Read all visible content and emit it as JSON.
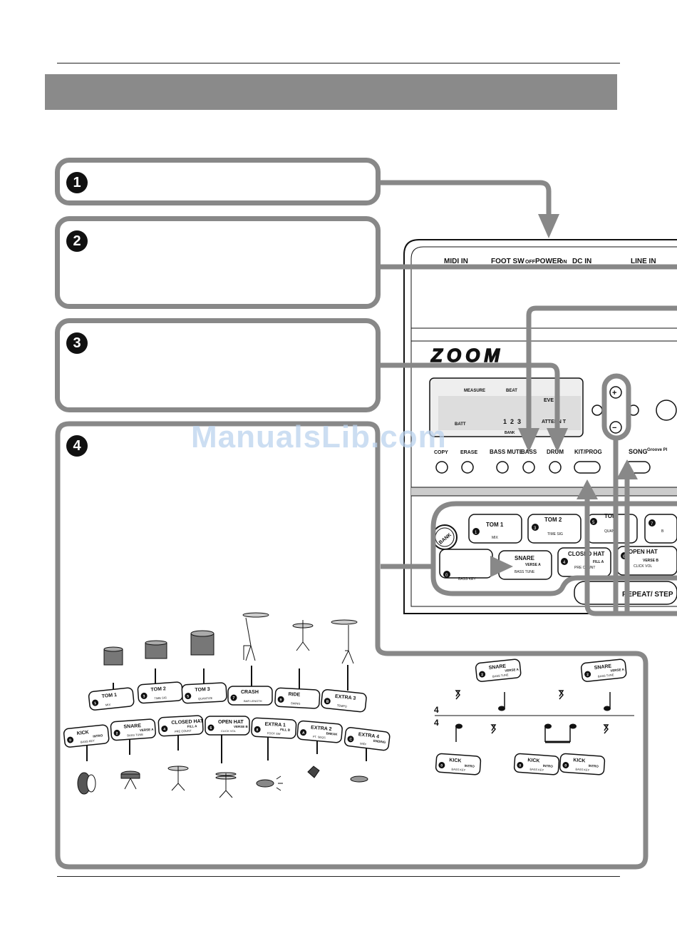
{
  "watermark": "ManualsLib.com",
  "steps": [
    {
      "num": "1"
    },
    {
      "num": "2"
    },
    {
      "num": "3"
    },
    {
      "num": "4"
    }
  ],
  "device": {
    "jacks": {
      "midi_in": "MIDI IN",
      "foot_sw": "FOOT SW",
      "power": "POWER",
      "off": "OFF",
      "on": "ON",
      "dc_in": "DC IN",
      "line_in": "LINE IN"
    },
    "logo": "ZOOM",
    "display": {
      "measure": "MEASURE",
      "beat": "BEAT",
      "bank": "BANK",
      "batt": "BATT",
      "ev": "EVE",
      "pattern": "ATTERN T",
      "bank_nums": [
        "1",
        "2",
        "3"
      ]
    },
    "buttons": {
      "copy": "COPY",
      "erase": "ERASE",
      "bass_mute": "BASS MUTE",
      "bass": "BASS",
      "drum": "DRUM",
      "kit_prog": "KIT/PROG",
      "song": "SONG",
      "groove": "Groove Pl",
      "bank": "BANK",
      "repeat": "REPEAT/ STEP"
    },
    "plus": "+",
    "minus": "−",
    "pads": [
      {
        "n": "1",
        "name": "TOM 1",
        "sub": "MIX"
      },
      {
        "n": "3",
        "name": "TOM 2",
        "sub": "TIME SIG"
      },
      {
        "n": "5",
        "name": "TOM",
        "sub": "QUAN"
      },
      {
        "n": "7",
        "name": "",
        "sub": "B"
      },
      {
        "n": "0",
        "name": "",
        "sub": "BASS KEY"
      },
      {
        "n": "2",
        "name": "SNARE",
        "sub": "BASS TUNE",
        "alt": "VERSE A"
      },
      {
        "n": "4",
        "name": "CLOSED HAT",
        "sub": "PRE COUNT",
        "alt": "FILL A"
      },
      {
        "n": "6",
        "name": "OPEN HAT",
        "sub": "CLICK VOL",
        "alt": "VERSE B"
      }
    ]
  },
  "kit_pads_top": [
    {
      "n": "1",
      "name": "TOM 1",
      "sub": "MIX"
    },
    {
      "n": "3",
      "name": "TOM 2",
      "sub": "TIME SIG"
    },
    {
      "n": "5",
      "name": "TOM 3",
      "sub": "QUANTIZE"
    },
    {
      "n": "7",
      "name": "CRASH",
      "sub": "BAR LENGTH"
    },
    {
      "n": "9",
      "name": "RIDE",
      "sub": "SWING"
    },
    {
      "n": "B",
      "name": "EXTRA 3",
      "sub": "TEMPO"
    }
  ],
  "kit_pads_bottom": [
    {
      "n": "0",
      "name": "KICK",
      "alt": "INTRO",
      "sub": "BASS KEY"
    },
    {
      "n": "2",
      "name": "SNARE",
      "alt": "VERSE A",
      "sub": "BASS TUNE"
    },
    {
      "n": "4",
      "name": "CLOSED HAT",
      "alt": "FILL A",
      "sub": "PRE COUNT"
    },
    {
      "n": "6",
      "name": "OPEN HAT",
      "alt": "VERSE B",
      "sub": "CLICK VOL"
    },
    {
      "n": "8",
      "name": "EXTRA 1",
      "alt": "FILL B",
      "sub": "FOOT SW"
    },
    {
      "n": "A",
      "name": "EXTRA 2",
      "alt": "BREAK",
      "sub": "FT. SEQS"
    },
    {
      "n": "C",
      "name": "EXTRA 4",
      "alt": "ENDING",
      "sub": "MIDI"
    }
  ],
  "example": {
    "snare": {
      "n": "2",
      "name": "SNARE",
      "alt": "VERSE A",
      "sub": "BASS TUNE"
    },
    "kick": {
      "n": "0",
      "name": "KICK",
      "alt": "INTRO",
      "sub": "BASS KEY"
    },
    "time_sig": "4"
  }
}
